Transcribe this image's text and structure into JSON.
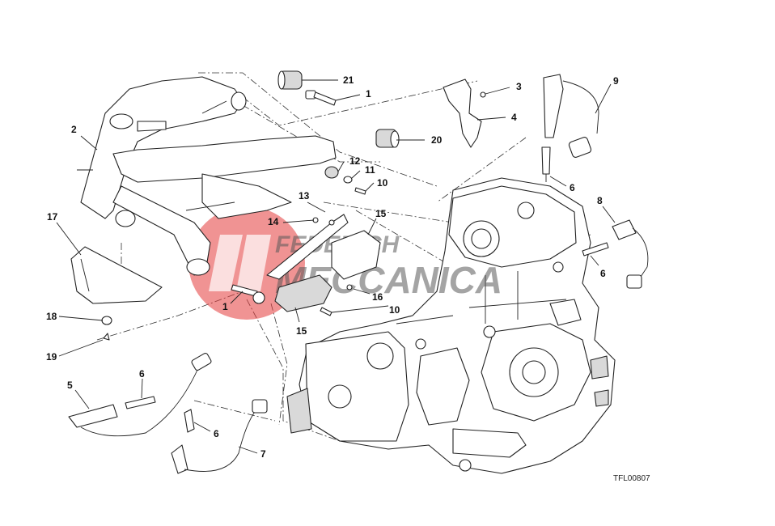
{
  "diagram": {
    "reference_code": "TFL00807",
    "watermark": {
      "line1": "FEDERICH",
      "line2": "MECCANICA",
      "color": "#e33b3b"
    },
    "callouts": [
      {
        "id": "c21",
        "label": "21"
      },
      {
        "id": "c1a",
        "label": "1"
      },
      {
        "id": "c3",
        "label": "3"
      },
      {
        "id": "c4",
        "label": "4"
      },
      {
        "id": "c9",
        "label": "9"
      },
      {
        "id": "c2",
        "label": "2"
      },
      {
        "id": "c20",
        "label": "20"
      },
      {
        "id": "c12",
        "label": "12"
      },
      {
        "id": "c11",
        "label": "11"
      },
      {
        "id": "c10a",
        "label": "10"
      },
      {
        "id": "c6a",
        "label": "6"
      },
      {
        "id": "c8",
        "label": "8"
      },
      {
        "id": "c13",
        "label": "13"
      },
      {
        "id": "c14",
        "label": "14"
      },
      {
        "id": "c15a",
        "label": "15"
      },
      {
        "id": "c17",
        "label": "17"
      },
      {
        "id": "c6b",
        "label": "6"
      },
      {
        "id": "c1b",
        "label": "1"
      },
      {
        "id": "c16",
        "label": "16"
      },
      {
        "id": "c10b",
        "label": "10"
      },
      {
        "id": "c15b",
        "label": "15"
      },
      {
        "id": "c18",
        "label": "18"
      },
      {
        "id": "c19",
        "label": "19"
      },
      {
        "id": "c5",
        "label": "5"
      },
      {
        "id": "c6c",
        "label": "6"
      },
      {
        "id": "c6d",
        "label": "6"
      },
      {
        "id": "c7",
        "label": "7"
      }
    ]
  }
}
